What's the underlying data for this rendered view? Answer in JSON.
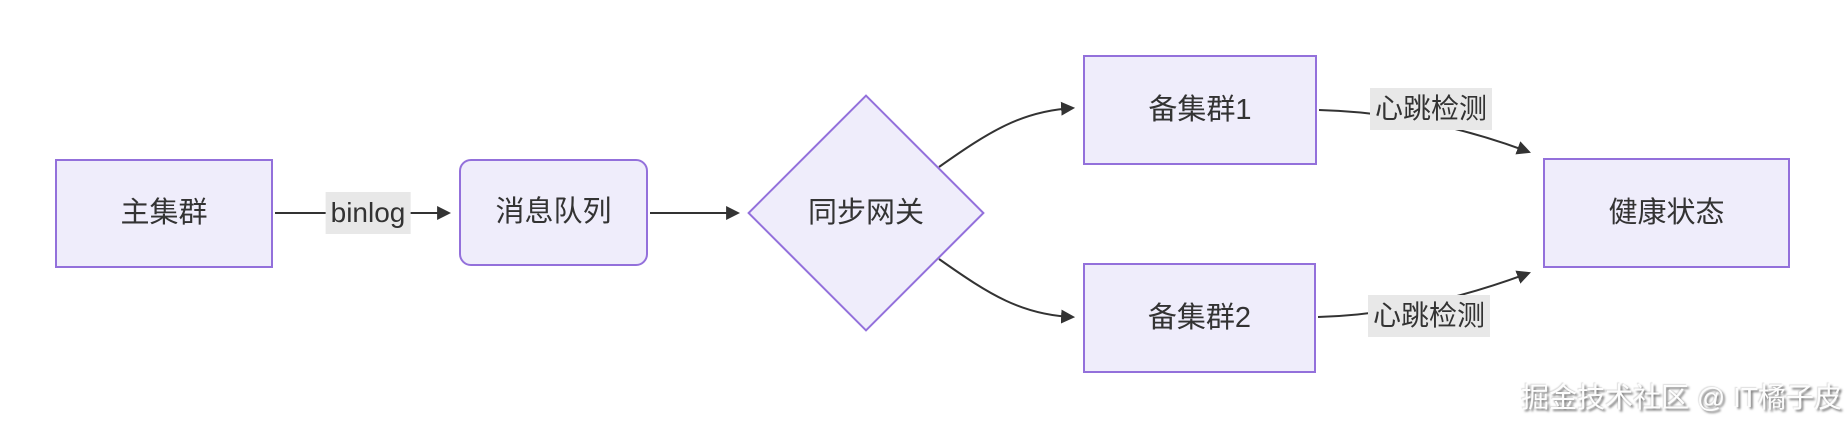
{
  "diagram": {
    "type": "flowchart-LR",
    "nodes": {
      "main_cluster": {
        "label": "主集群",
        "shape": "rect"
      },
      "message_queue": {
        "label": "消息队列",
        "shape": "rounded-rect"
      },
      "sync_gateway": {
        "label": "同步网关",
        "shape": "diamond"
      },
      "backup_cluster_1": {
        "label": "备集群1",
        "shape": "rect"
      },
      "backup_cluster_2": {
        "label": "备集群2",
        "shape": "rect"
      },
      "health_status": {
        "label": "健康状态",
        "shape": "rect"
      }
    },
    "edges": [
      {
        "from": "main_cluster",
        "to": "message_queue",
        "label": "binlog"
      },
      {
        "from": "message_queue",
        "to": "sync_gateway",
        "label": ""
      },
      {
        "from": "sync_gateway",
        "to": "backup_cluster_1",
        "label": ""
      },
      {
        "from": "sync_gateway",
        "to": "backup_cluster_2",
        "label": ""
      },
      {
        "from": "backup_cluster_1",
        "to": "health_status",
        "label": "心跳检测"
      },
      {
        "from": "backup_cluster_2",
        "to": "health_status",
        "label": "心跳检测"
      }
    ]
  },
  "watermark": "掘金技术社区 @ IT橘子皮",
  "colors": {
    "node_fill": "#efedfb",
    "node_border": "#9370db",
    "edge": "#333333",
    "edge_label_bg": "#e8e8e8",
    "text": "#333333"
  }
}
